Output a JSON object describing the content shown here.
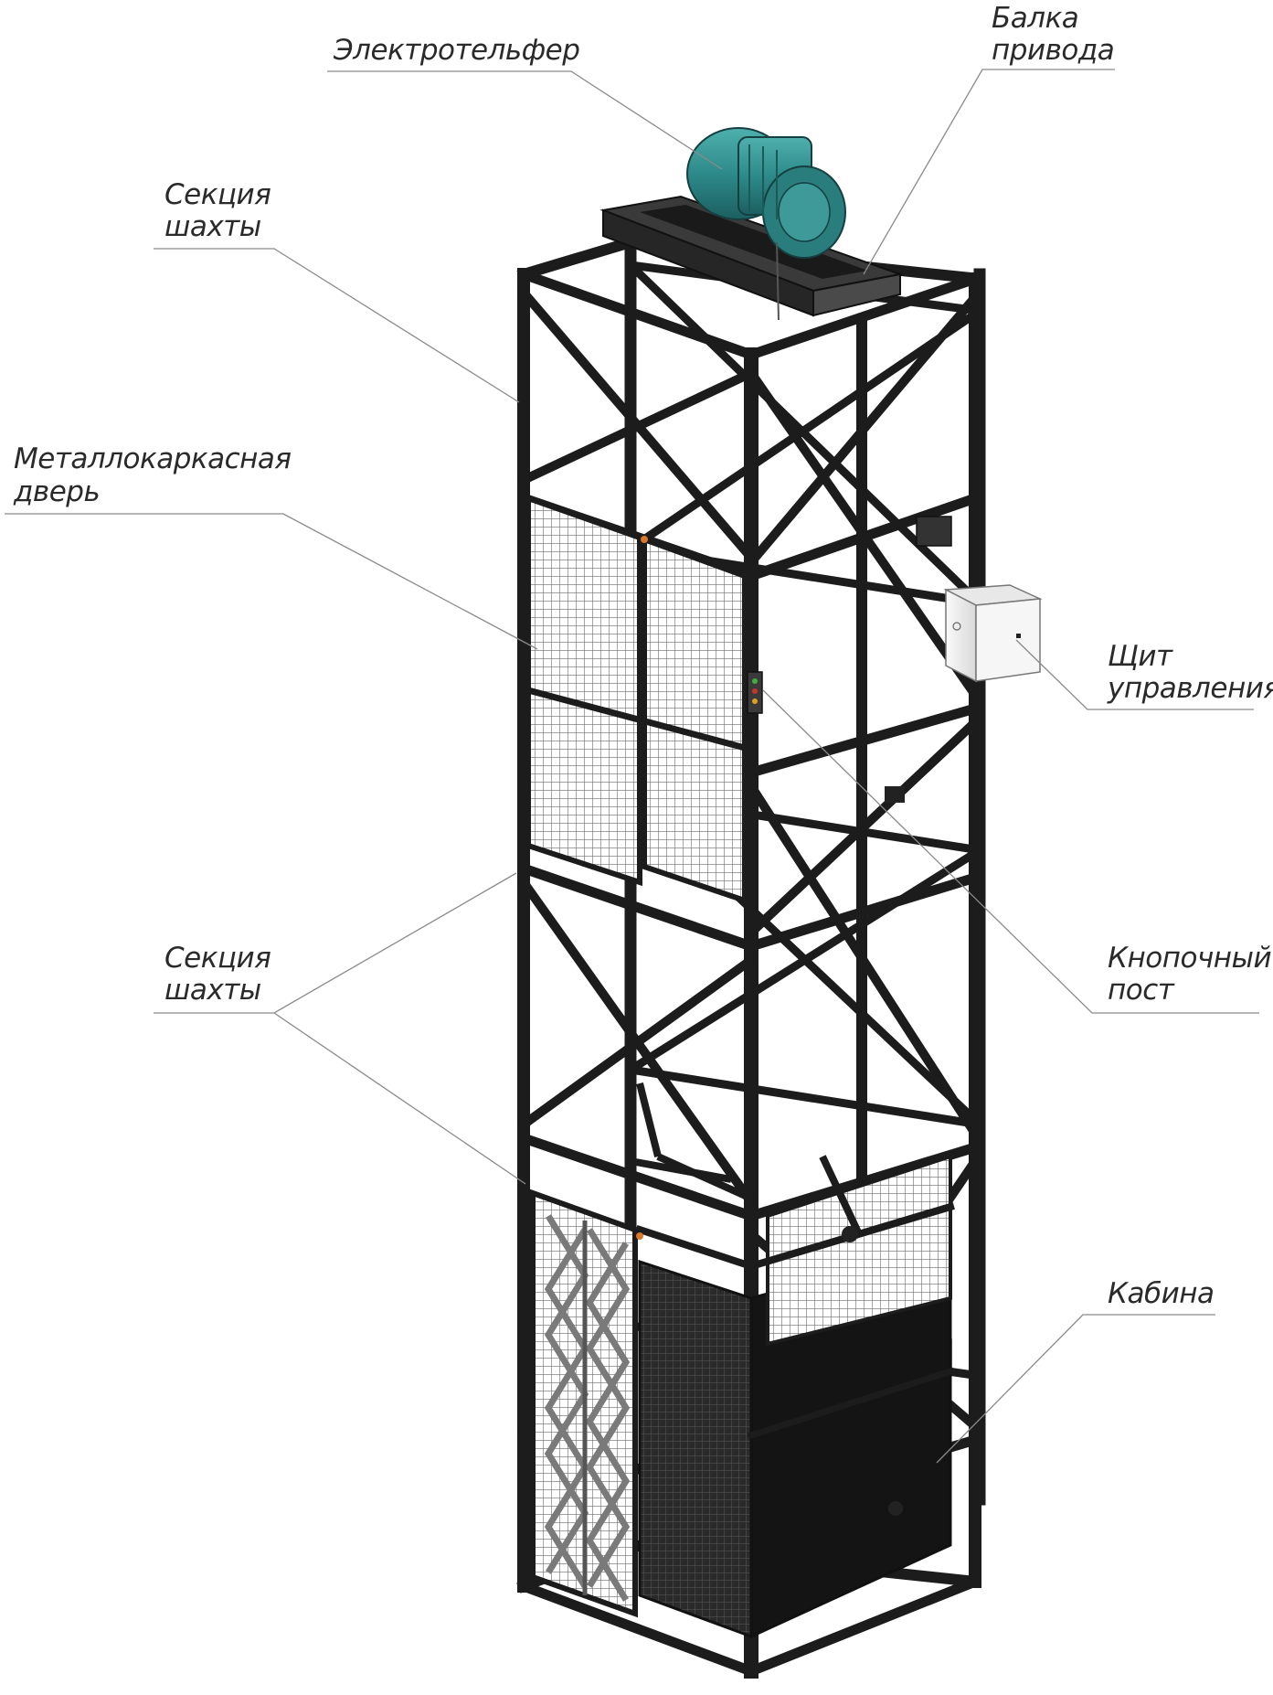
{
  "labels": {
    "hoist": "Электротельфер",
    "drive_beam_line1": "Балка",
    "drive_beam_line2": "привода",
    "shaft_section_top_line1": "Секция",
    "shaft_section_top_line2": "шахты",
    "door_line1": "Металлокаркасная",
    "door_line2": "дверь",
    "control_panel_line1": "Щит",
    "control_panel_line2": "управления",
    "shaft_section_bottom_line1": "Секция",
    "shaft_section_bottom_line2": "шахты",
    "button_post_line1": "Кнопочный",
    "button_post_line2": "пост",
    "cabin": "Кабина"
  },
  "colors": {
    "frame": "#1c1c1c",
    "hoist_motor": "#2d8a8a",
    "cabinet": "#f2f2f2",
    "leader": "#8a8a8a",
    "label": "#2a2a2a",
    "door_accent": "#d9772b"
  }
}
